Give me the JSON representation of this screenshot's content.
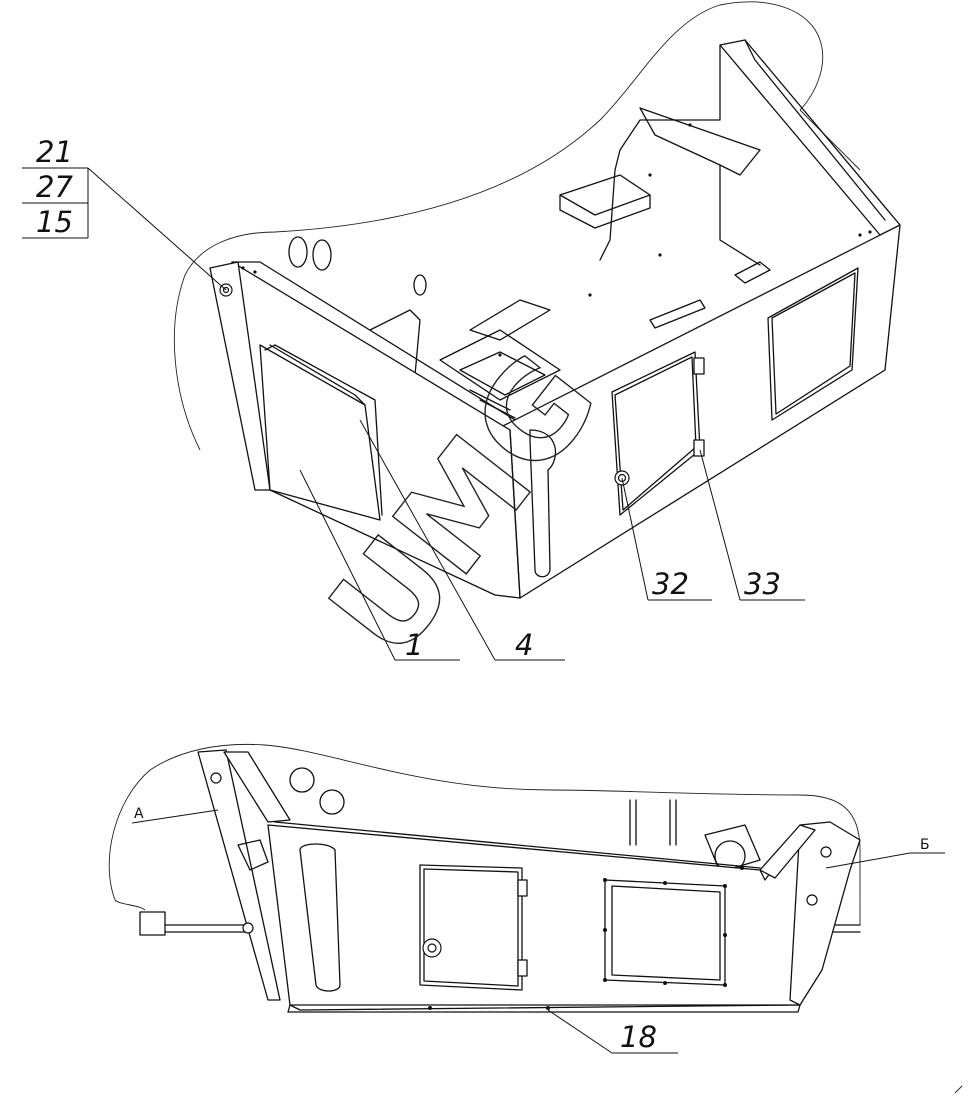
{
  "callouts": {
    "top": {
      "stack": [
        "21",
        "27",
        "15"
      ],
      "item_1": "1",
      "item_4": "4",
      "item_32": "32",
      "item_33": "33"
    },
    "bottom": {
      "view_a": "А",
      "view_b": "Б",
      "item_18": "18"
    }
  },
  "watermark": "UMG"
}
